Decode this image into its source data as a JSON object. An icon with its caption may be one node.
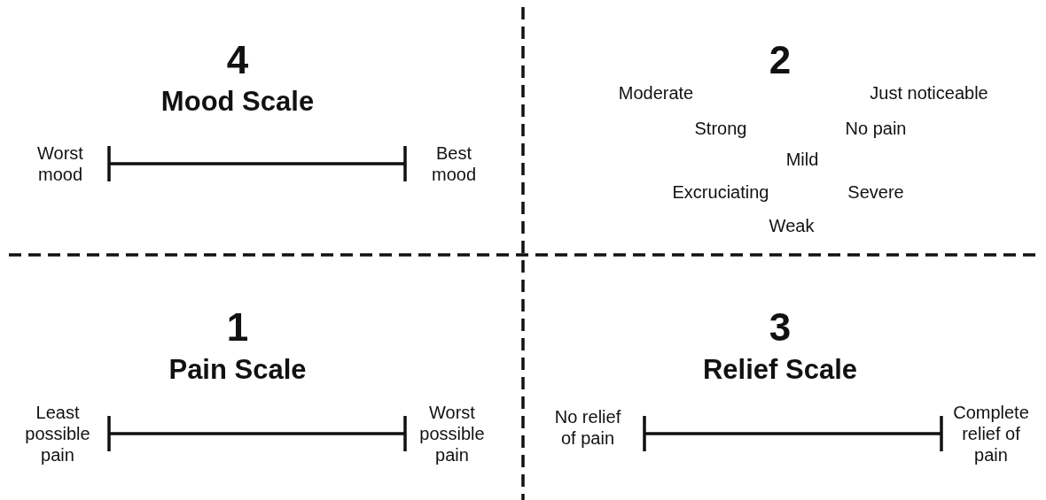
{
  "diagram": {
    "labels": [
      "4",
      "Mood Scale",
      "Worst mood",
      "Best mood",
      "2",
      "Moderate",
      "Just noticeable",
      "Strong",
      "No pain",
      "Mild",
      "Excruciating",
      "Severe",
      "Weak",
      "1",
      "Pain Scale",
      "Least possible pain",
      "Worst possible pain",
      "3",
      "Relief Scale",
      "No relief of pain",
      "Complete relief of pain"
    ]
  }
}
